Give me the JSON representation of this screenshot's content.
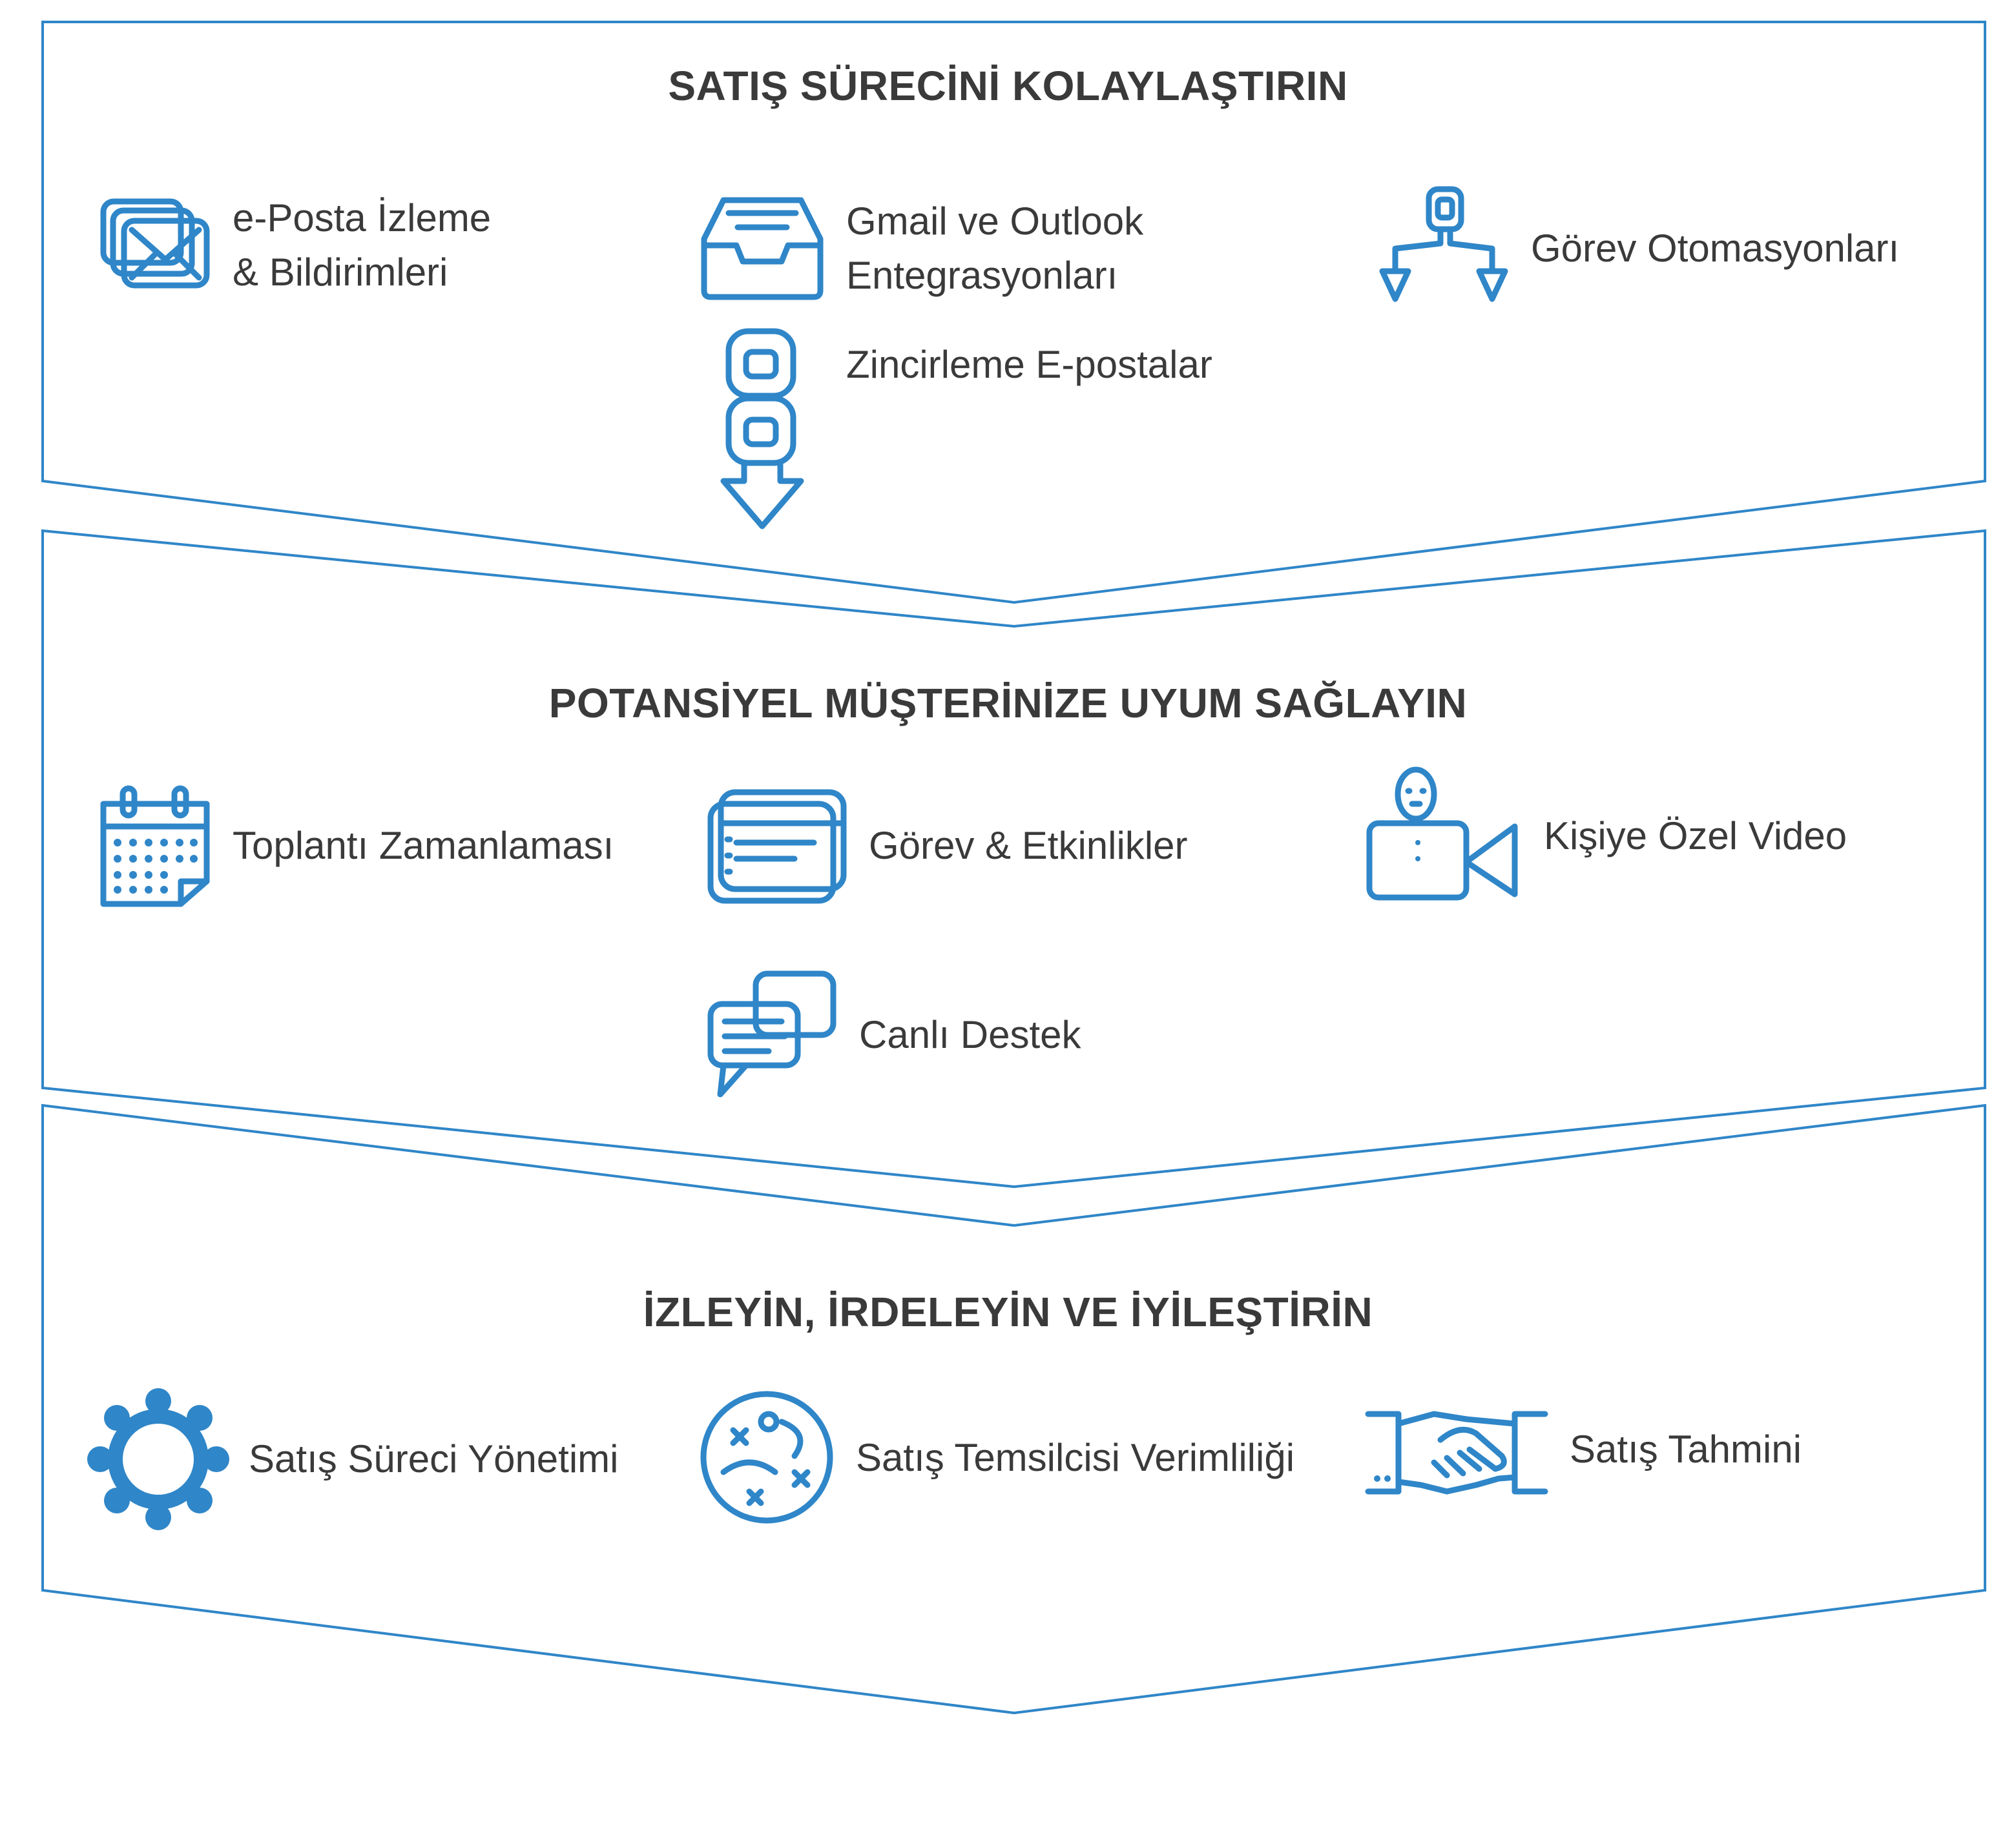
{
  "accent_color": "#2f86c8",
  "text_color": "#3a3a3a",
  "sections": [
    {
      "title": "SATIŞ SÜRECİNİ KOLAYLAŞTIRIN",
      "items": [
        {
          "icon": "envelopes-icon",
          "label_lines": [
            "e-Posta İzleme",
            "& Bildirimleri"
          ]
        },
        {
          "icon": "inbox-tray-icon",
          "label_lines": [
            "Gmail ve Outlook",
            "Entegrasyonları"
          ]
        },
        {
          "icon": "branch-arrows-icon",
          "label_lines": [
            "Görev Otomasyonları"
          ]
        },
        {
          "icon": "chain-arrow-icon",
          "label_lines": [
            "Zincirleme E-postalar"
          ]
        }
      ]
    },
    {
      "title": "POTANSİYEL MÜŞTERİNİZE UYUM SAĞLAYIN",
      "items": [
        {
          "icon": "calendar-icon",
          "label_lines": [
            "Toplantı Zamanlaması"
          ]
        },
        {
          "icon": "task-cards-icon",
          "label_lines": [
            "Görev & Etkinlikler"
          ]
        },
        {
          "icon": "video-person-icon",
          "label_lines": [
            "Kişiye Özel Video"
          ]
        },
        {
          "icon": "chat-bubbles-icon",
          "label_lines": [
            "Canlı Destek"
          ]
        }
      ]
    },
    {
      "title": "İZLEYİN, İRDELEYİN VE İYİLEŞTİRİN",
      "items": [
        {
          "icon": "gear-icon",
          "label_lines": [
            "Satış Süreci Yönetimi"
          ]
        },
        {
          "icon": "strategy-board-icon",
          "label_lines": [
            "Satış Temsilcisi Verimliliği"
          ]
        },
        {
          "icon": "handshake-icon",
          "label_lines": [
            "Satış Tahmini"
          ]
        }
      ]
    }
  ]
}
